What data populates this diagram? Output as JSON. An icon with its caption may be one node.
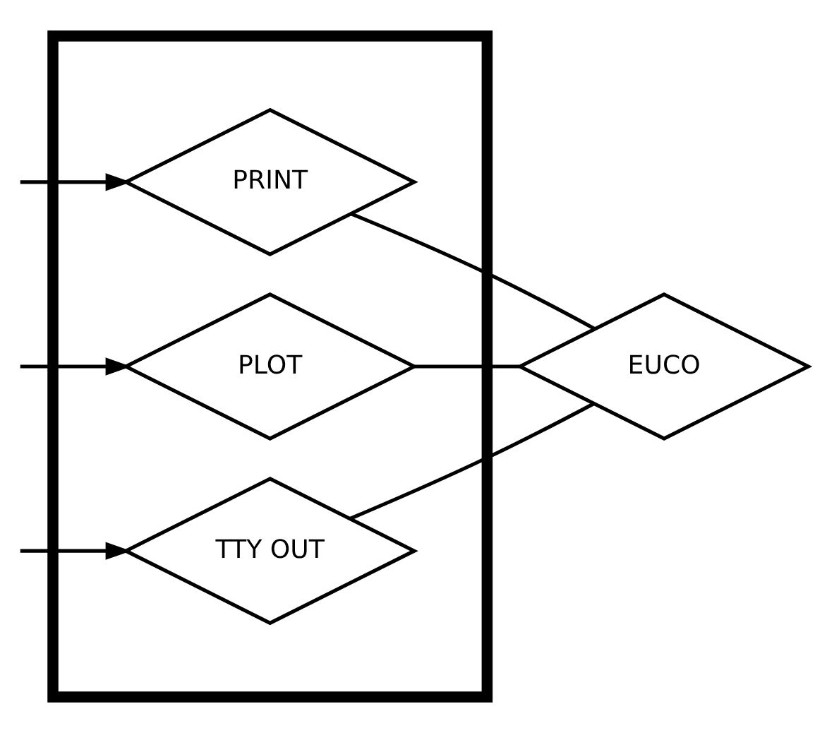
{
  "diagram": {
    "nodes": [
      {
        "text": [],
        "shape": "box"
      },
      {
        "text": [
          "PRINT"
        ],
        "in": 0
      },
      {
        "text": [
          "PLOT"
        ],
        "in": 0
      },
      {
        "text": [
          "TTY OUT"
        ],
        "in": 0
      },
      {
        "text": [
          "EUCO"
        ]
      }
    ],
    "edges": [
      {
        "from": null,
        "to": 1,
        "arrow": "to"
      },
      {
        "from": null,
        "to": 2,
        "arrow": "to"
      },
      {
        "from": null,
        "to": 3,
        "arrow": "to"
      },
      {
        "from": 1,
        "to": 4,
        "arrow": "none"
      },
      {
        "from": 2,
        "to": 4,
        "arrow": "none"
      },
      {
        "from": 3,
        "to": 4,
        "arrow": "none"
      }
    ]
  }
}
